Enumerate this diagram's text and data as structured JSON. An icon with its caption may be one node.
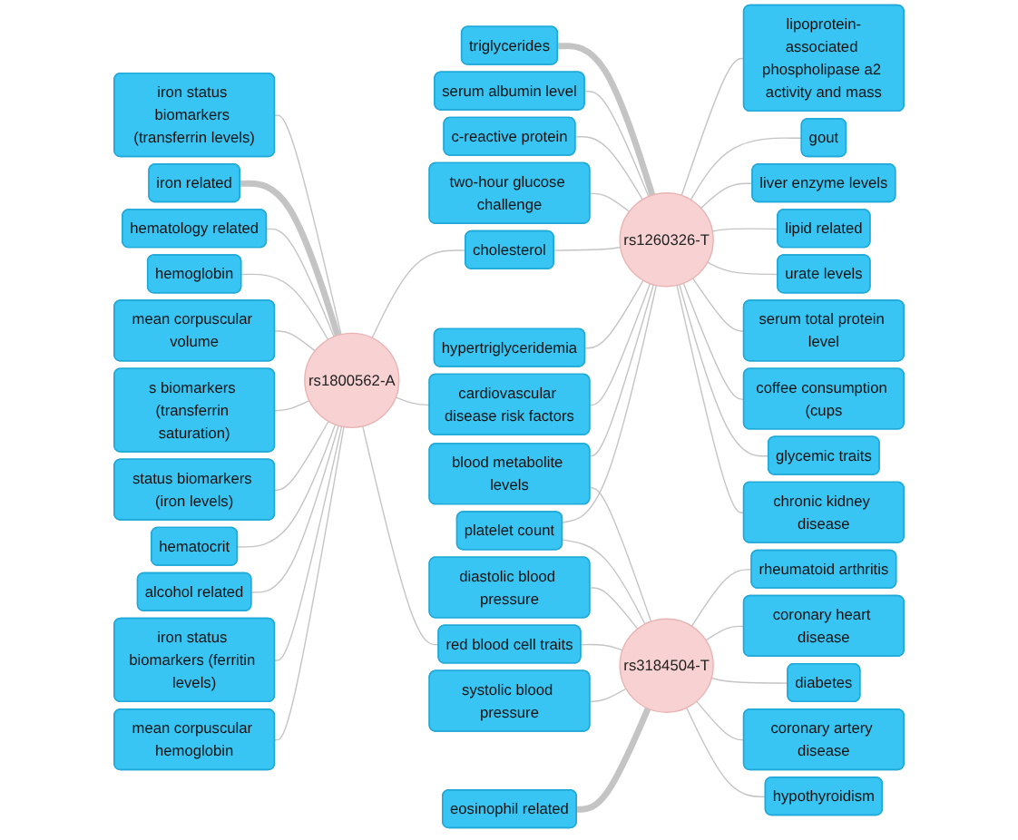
{
  "diagram": {
    "nodes": [
      {
        "text": [
          "lipoprotein-associated phospholipase a2 activity and mass"
        ]
      },
      {
        "text": [
          "triglycerides"
        ]
      },
      {
        "text": [
          "gout"
        ]
      },
      {
        "text": [
          "liver enzyme levels"
        ]
      },
      {
        "text": [
          "iron status biomarkers (transferrin levels)"
        ]
      },
      {
        "text": [
          "serum albumin level"
        ]
      },
      {
        "text": [
          "lipid related"
        ]
      },
      {
        "text": [
          "iron related"
        ]
      },
      {
        "text": [
          "c-reactive protein"
        ]
      },
      {
        "text": [
          "urate levels"
        ]
      },
      {
        "text": [
          "hematology related"
        ]
      },
      {
        "text": [
          "rs1260326-T"
        ]
      },
      {
        "text": [
          "two-hour glucose challenge"
        ]
      },
      {
        "text": [
          "hemoglobin"
        ]
      },
      {
        "text": [
          "mean corpuscular volume"
        ]
      },
      {
        "text": [
          "serum total protein level"
        ]
      },
      {
        "text": [
          "cholesterol"
        ]
      },
      {
        "text": [
          "hypertriglyceridemia"
        ]
      },
      {
        "text": [
          "s biomarkers (transferrin saturation)"
        ]
      },
      {
        "text": [
          "rs1800562-A"
        ]
      },
      {
        "text": [
          "coffee consumption (cups"
        ]
      },
      {
        "text": [
          "cardiovascular disease risk factors"
        ]
      },
      {
        "text": [
          "glycemic traits"
        ]
      },
      {
        "text": [
          "blood metabolite levels"
        ]
      },
      {
        "text": [
          "status biomarkers (iron levels)"
        ]
      },
      {
        "text": [
          "hematocrit"
        ]
      },
      {
        "text": [
          "platelet count"
        ]
      },
      {
        "text": [
          "alcohol related"
        ]
      },
      {
        "text": [
          "chronic kidney disease"
        ]
      },
      {
        "text": [
          "diastolic blood pressure"
        ]
      },
      {
        "text": [
          "red blood cell traits"
        ]
      },
      {
        "text": [
          "iron status biomarkers (ferritin levels)"
        ]
      },
      {
        "text": [
          "rheumatoid arthritis"
        ]
      },
      {
        "text": [
          "coronary heart disease"
        ]
      },
      {
        "text": [
          "mean corpuscular hemoglobin"
        ]
      },
      {
        "text": [
          "systolic blood pressure"
        ]
      },
      {
        "text": [
          "rs3184504-T"
        ]
      },
      {
        "text": [
          "eosinophil related"
        ]
      },
      {
        "text": [
          "diabetes"
        ]
      },
      {
        "text": [
          "coronary artery disease"
        ]
      },
      {
        "text": [
          "hypothyroidism"
        ]
      }
    ],
    "edges": [
      {
        "from": 4,
        "to": 19,
        "arrow": "none"
      },
      {
        "from": 7,
        "to": 19,
        "arrow": "none",
        "style": "thick"
      },
      {
        "from": 10,
        "to": 19,
        "arrow": "none"
      },
      {
        "from": 13,
        "to": 19,
        "arrow": "none"
      },
      {
        "from": 14,
        "to": 19,
        "arrow": "none"
      },
      {
        "from": 18,
        "to": 19,
        "arrow": "none"
      },
      {
        "from": 24,
        "to": 19,
        "arrow": "none"
      },
      {
        "from": 25,
        "to": 19,
        "arrow": "none"
      },
      {
        "from": 27,
        "to": 19,
        "arrow": "none"
      },
      {
        "from": 31,
        "to": 19,
        "arrow": "none"
      },
      {
        "from": 34,
        "to": 19,
        "arrow": "none"
      },
      {
        "from": 19,
        "to": 16,
        "arrow": "none"
      },
      {
        "from": 19,
        "to": 21,
        "arrow": "none"
      },
      {
        "from": 19,
        "to": 30,
        "arrow": "none"
      },
      {
        "from": 16,
        "to": 11,
        "arrow": "none"
      },
      {
        "from": 21,
        "to": 11,
        "arrow": "none"
      },
      {
        "from": 1,
        "to": 11,
        "arrow": "none",
        "style": "thick"
      },
      {
        "from": 5,
        "to": 11,
        "arrow": "none"
      },
      {
        "from": 8,
        "to": 11,
        "arrow": "none"
      },
      {
        "from": 12,
        "to": 11,
        "arrow": "none"
      },
      {
        "from": 17,
        "to": 11,
        "arrow": "none"
      },
      {
        "from": 23,
        "to": 11,
        "arrow": "none"
      },
      {
        "from": 26,
        "to": 11,
        "arrow": "none"
      },
      {
        "from": 11,
        "to": 0,
        "arrow": "none"
      },
      {
        "from": 11,
        "to": 2,
        "arrow": "none"
      },
      {
        "from": 11,
        "to": 3,
        "arrow": "none"
      },
      {
        "from": 11,
        "to": 6,
        "arrow": "none"
      },
      {
        "from": 11,
        "to": 9,
        "arrow": "none"
      },
      {
        "from": 11,
        "to": 15,
        "arrow": "none"
      },
      {
        "from": 11,
        "to": 20,
        "arrow": "none"
      },
      {
        "from": 11,
        "to": 22,
        "arrow": "none"
      },
      {
        "from": 11,
        "to": 28,
        "arrow": "none"
      },
      {
        "from": 26,
        "to": 36,
        "arrow": "none"
      },
      {
        "from": 23,
        "to": 36,
        "arrow": "none"
      },
      {
        "from": 30,
        "to": 36,
        "arrow": "none"
      },
      {
        "from": 29,
        "to": 36,
        "arrow": "none"
      },
      {
        "from": 35,
        "to": 36,
        "arrow": "none"
      },
      {
        "from": 37,
        "to": 36,
        "arrow": "none",
        "style": "thick"
      },
      {
        "from": 36,
        "to": 32,
        "arrow": "none"
      },
      {
        "from": 36,
        "to": 33,
        "arrow": "none"
      },
      {
        "from": 36,
        "to": 38,
        "arrow": "none"
      },
      {
        "from": 36,
        "to": 39,
        "arrow": "none"
      },
      {
        "from": 36,
        "to": 40,
        "arrow": "none"
      }
    ]
  }
}
